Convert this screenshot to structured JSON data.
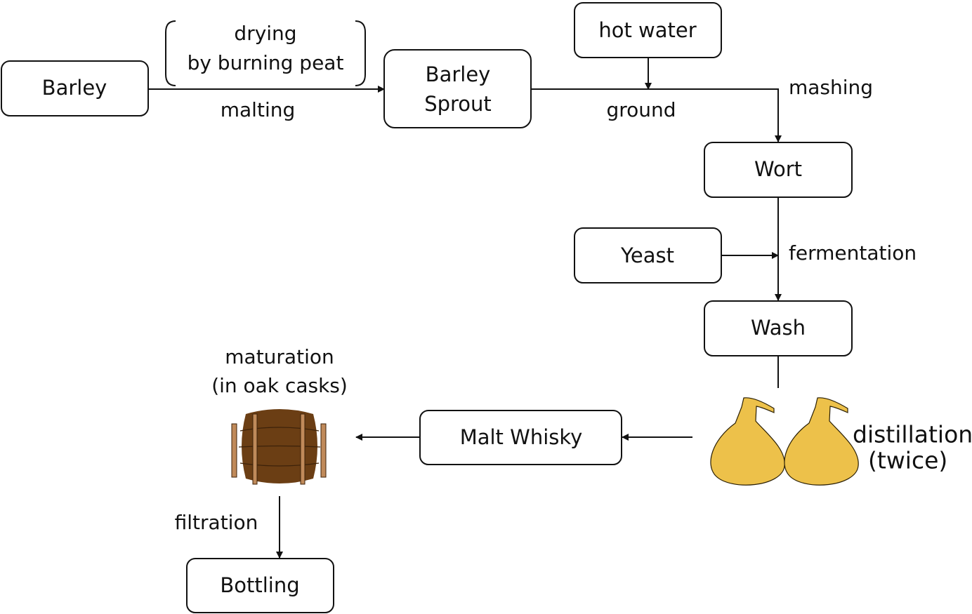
{
  "nodes": {
    "barley": "Barley",
    "barley_sprout_line1": "Barley",
    "barley_sprout_line2": "Sprout",
    "hot_water": "hot water",
    "wort": "Wort",
    "yeast": "Yeast",
    "wash": "Wash",
    "malt_whisky": "Malt Whisky",
    "bottling": "Bottling"
  },
  "labels": {
    "drying_line1": "drying",
    "drying_line2": "by burning peat",
    "malting": "malting",
    "ground": "ground",
    "mashing": "mashing",
    "fermentation": "fermentation",
    "distillation_line1": "distillation",
    "distillation_line2": "(twice)",
    "maturation_line1": "maturation",
    "maturation_line2": "(in oak casks)",
    "filtration": "filtration"
  },
  "icons": {
    "still": "pot-still-icon",
    "barrel": "oak-barrel-icon"
  },
  "colors": {
    "still_fill": "#EDC14A",
    "barrel_body": "#6B3E14",
    "barrel_band": "#C08A5A"
  }
}
